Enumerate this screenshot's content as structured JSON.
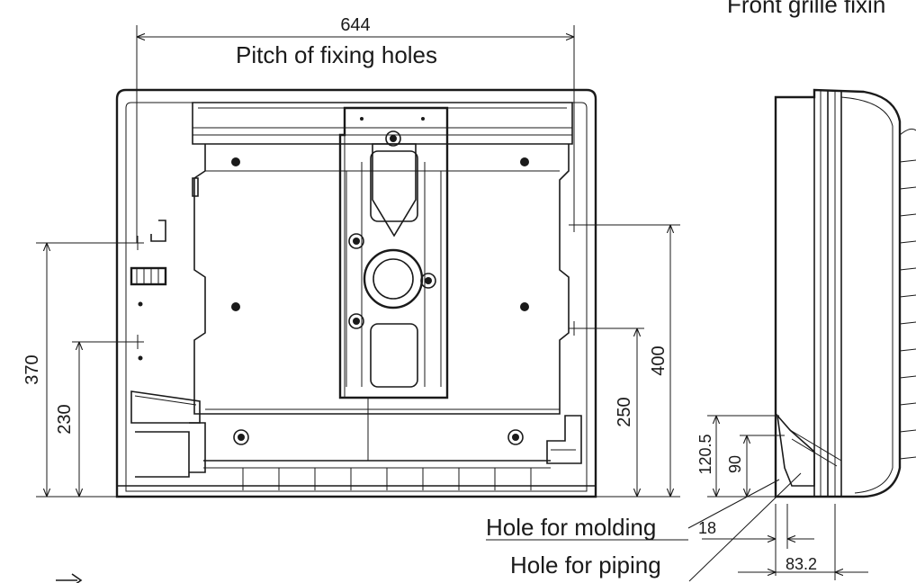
{
  "labels": {
    "top_right_caption": "Front grille fixin",
    "pitch_value": "644",
    "pitch_label": "Pitch of fixing holes",
    "dim_370": "370",
    "dim_230": "230",
    "dim_400": "400",
    "dim_250": "250",
    "dim_120_5": "120.5",
    "dim_90": "90",
    "dim_18": "18",
    "dim_83_2": "83.2",
    "hole_molding": "Hole for molding",
    "hole_piping": "Hole for piping"
  },
  "colors": {
    "ink": "#1a1a1a",
    "background": "#ffffff"
  }
}
